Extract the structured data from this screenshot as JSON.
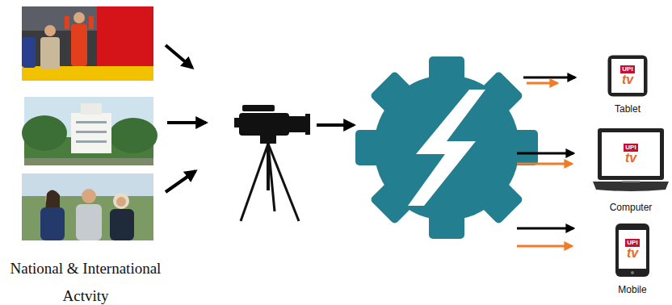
{
  "diagram": {
    "nodes": [
      {
        "text": [
          "UPI",
          "tv",
          "Tablet"
        ]
      },
      {
        "text": [
          "UPI",
          "tv",
          "Computer"
        ]
      },
      {
        "text": [
          "UPI",
          "tv",
          "Mobile"
        ]
      }
    ],
    "labels": [
      "National & International Actvity"
    ]
  }
}
